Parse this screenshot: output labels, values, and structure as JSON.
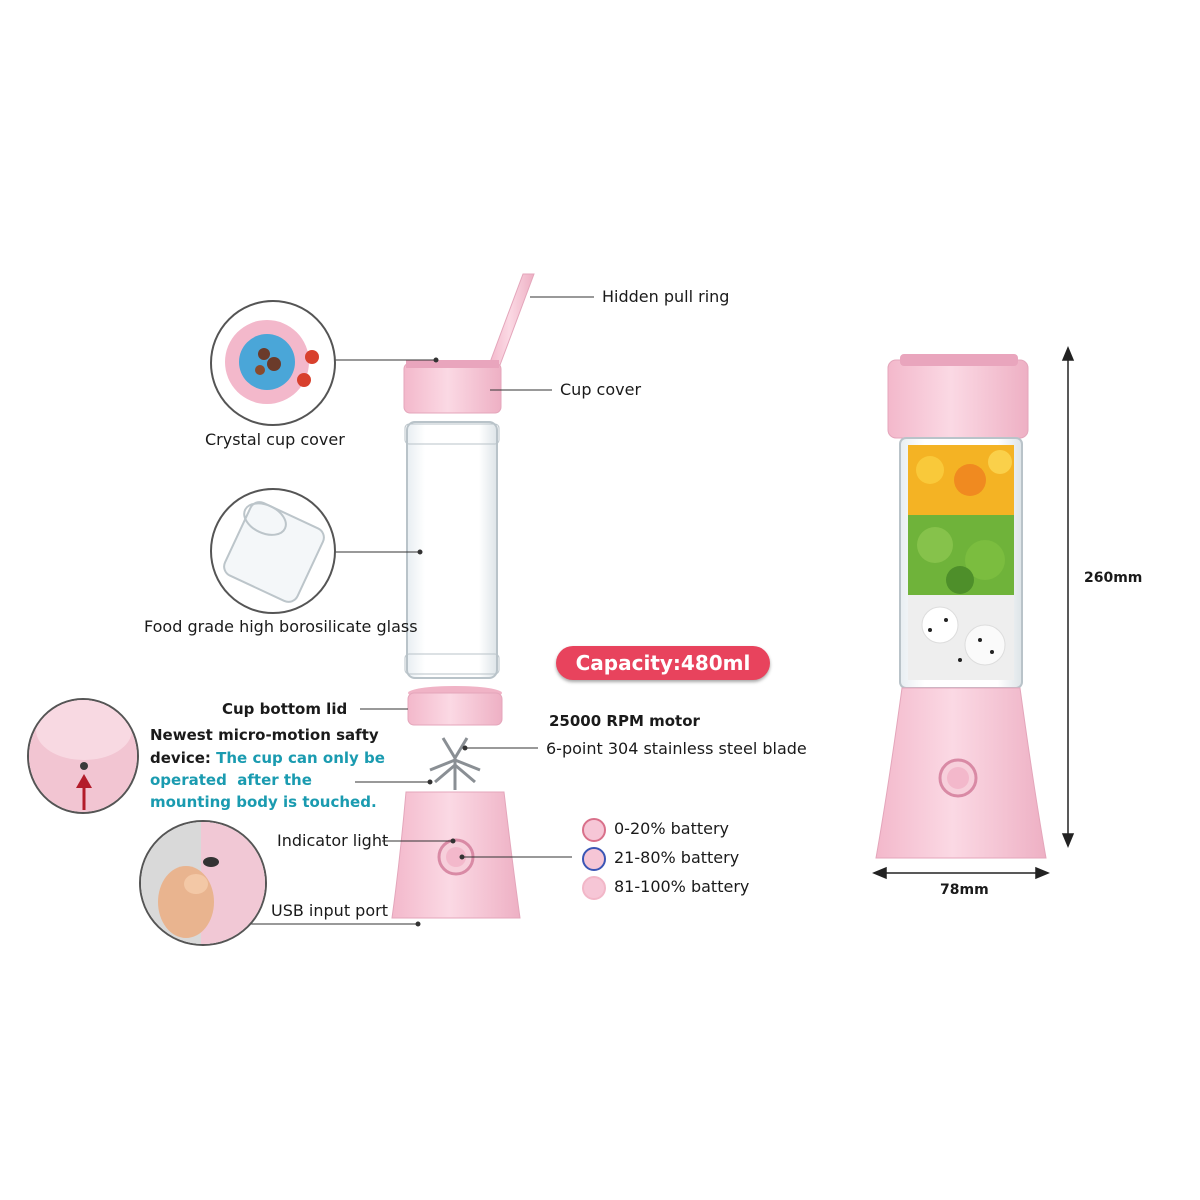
{
  "labels": {
    "hidden_pull_ring": "Hidden pull ring",
    "cup_cover": "Cup cover",
    "crystal_cup_cover": "Crystal cup cover",
    "glass": "Food grade high borosilicate glass",
    "capacity": "Capacity:480ml",
    "cup_bottom_lid": "Cup bottom lid",
    "motor": "25000 RPM motor",
    "blade": "6-point 304 stainless steel blade",
    "safety_title_1": "Newest micro-motion safty",
    "safety_title_2": "device:",
    "safety_teal_1": "The cup can only be",
    "safety_teal_2": "operated  after the",
    "safety_teal_3": "mounting body is touched.",
    "indicator_light": "Indicator light",
    "usb_port": "USB input port",
    "height_dim": "260mm",
    "width_dim": "78mm"
  },
  "battery_legend": [
    {
      "label": "0-20% battery",
      "color": "#d9708a"
    },
    {
      "label": "21-80% battery",
      "color": "#3b56b5"
    },
    {
      "label": "81-100% battery",
      "color": "#f2b7c8"
    }
  ],
  "colors": {
    "pink_body": "#f6c6d6",
    "capacity_badge": "#e8435d",
    "teal_text": "#1a9bb0"
  }
}
